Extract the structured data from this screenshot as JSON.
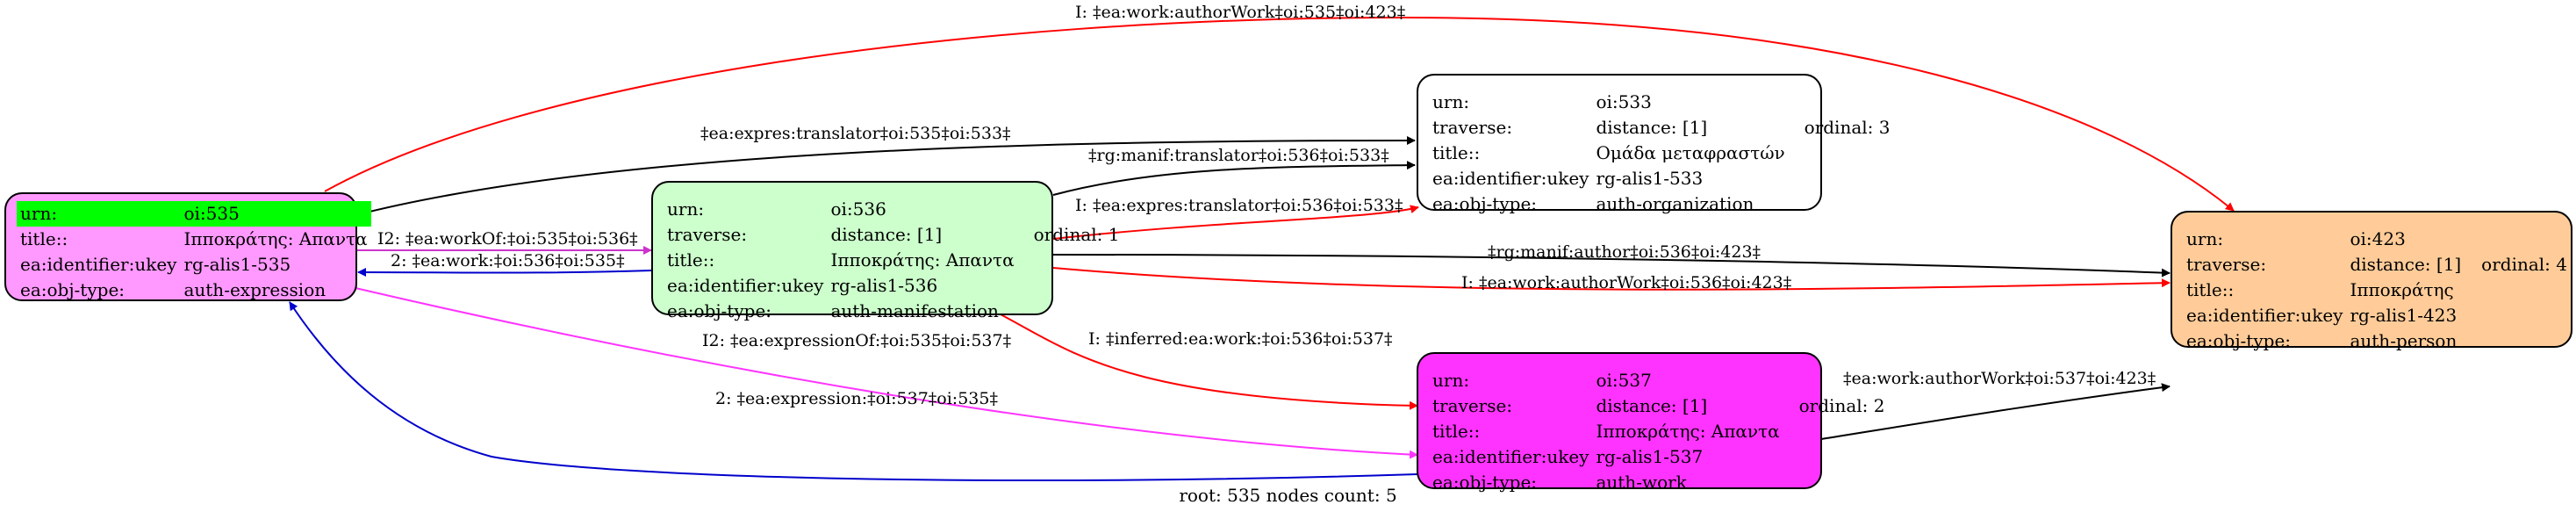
{
  "footer": "root: 535 nodes count: 5",
  "nodes": {
    "n535": {
      "fill": "#ff99ff",
      "highlight": "#00ff00",
      "rows": [
        {
          "k": "urn:",
          "v": "oi:535",
          "x": ""
        },
        {
          "k": "title::",
          "v": "Ιπποκράτης: Απαντα",
          "x": ""
        },
        {
          "k": "ea:identifier:ukey",
          "v": "rg-alis1-535",
          "x": ""
        },
        {
          "k": "ea:obj-type:",
          "v": "auth-expression",
          "x": ""
        }
      ]
    },
    "n536": {
      "fill": "#ccffcc",
      "rows": [
        {
          "k": "urn:",
          "v": "oi:536",
          "x": ""
        },
        {
          "k": "traverse:",
          "v": "distance: [1]",
          "x": "ordinal: 1"
        },
        {
          "k": "title::",
          "v": "Ιπποκράτης: Απαντα",
          "x": ""
        },
        {
          "k": "ea:identifier:ukey",
          "v": "rg-alis1-536",
          "x": ""
        },
        {
          "k": "ea:obj-type:",
          "v": "auth-manifestation",
          "x": ""
        }
      ]
    },
    "n533": {
      "fill": "#ffffff",
      "rows": [
        {
          "k": "urn:",
          "v": "oi:533",
          "x": ""
        },
        {
          "k": "traverse:",
          "v": "distance: [1]",
          "x": "ordinal: 3"
        },
        {
          "k": "title::",
          "v": "Ομάδα μεταφραστών",
          "x": ""
        },
        {
          "k": "ea:identifier:ukey",
          "v": "rg-alis1-533",
          "x": ""
        },
        {
          "k": "ea:obj-type:",
          "v": "auth-organization",
          "x": ""
        }
      ]
    },
    "n537": {
      "fill": "#ff33ff",
      "rows": [
        {
          "k": "urn:",
          "v": "oi:537",
          "x": ""
        },
        {
          "k": "traverse:",
          "v": "distance: [1]",
          "x": "ordinal: 2"
        },
        {
          "k": "title::",
          "v": "Ιπποκράτης: Απαντα",
          "x": ""
        },
        {
          "k": "ea:identifier:ukey",
          "v": "rg-alis1-537",
          "x": ""
        },
        {
          "k": "ea:obj-type:",
          "v": "auth-work",
          "x": ""
        }
      ]
    },
    "n423": {
      "fill": "#ffcc99",
      "rows": [
        {
          "k": "urn:",
          "v": "oi:423",
          "x": ""
        },
        {
          "k": "traverse:",
          "v": "distance: [1]",
          "x": "ordinal: 4"
        },
        {
          "k": "title::",
          "v": "Ιπποκράτης",
          "x": ""
        },
        {
          "k": "ea:identifier:ukey",
          "v": "rg-alis1-423",
          "x": ""
        },
        {
          "k": "ea:obj-type:",
          "v": "auth-person",
          "x": ""
        }
      ]
    }
  },
  "edges": [
    {
      "label": "I: ‡ea:work:authorWork‡oi:535‡oi:423‡",
      "color": "#ff0000"
    },
    {
      "label": "‡ea:expres:translator‡oi:535‡oi:533‡",
      "color": "#000000"
    },
    {
      "label": "‡rg:manif:translator‡oi:536‡oi:533‡",
      "color": "#000000"
    },
    {
      "label": "I: ‡ea:expres:translator‡oi:536‡oi:533‡",
      "color": "#ff0000"
    },
    {
      "label": "I2: ‡ea:workOf:‡oi:535‡oi:536‡",
      "color": "#cc33cc"
    },
    {
      "label": "2: ‡ea:work:‡oi:536‡oi:535‡",
      "color": "#0000cc"
    },
    {
      "label": "‡rg:manif:author‡oi:536‡oi:423‡",
      "color": "#000000"
    },
    {
      "label": "I: ‡ea:work:authorWork‡oi:536‡oi:423‡",
      "color": "#ff0000"
    },
    {
      "label": "I: ‡inferred:ea:work:‡oi:536‡oi:537‡",
      "color": "#ff0000"
    },
    {
      "label": "I2: ‡ea:expressionOf:‡oi:535‡oi:537‡",
      "color": "#ff33ff"
    },
    {
      "label": "2: ‡ea:expression:‡oi:537‡oi:535‡",
      "color": "#0000cc"
    },
    {
      "label": "‡ea:work:authorWork‡oi:537‡oi:423‡",
      "color": "#000000"
    }
  ]
}
